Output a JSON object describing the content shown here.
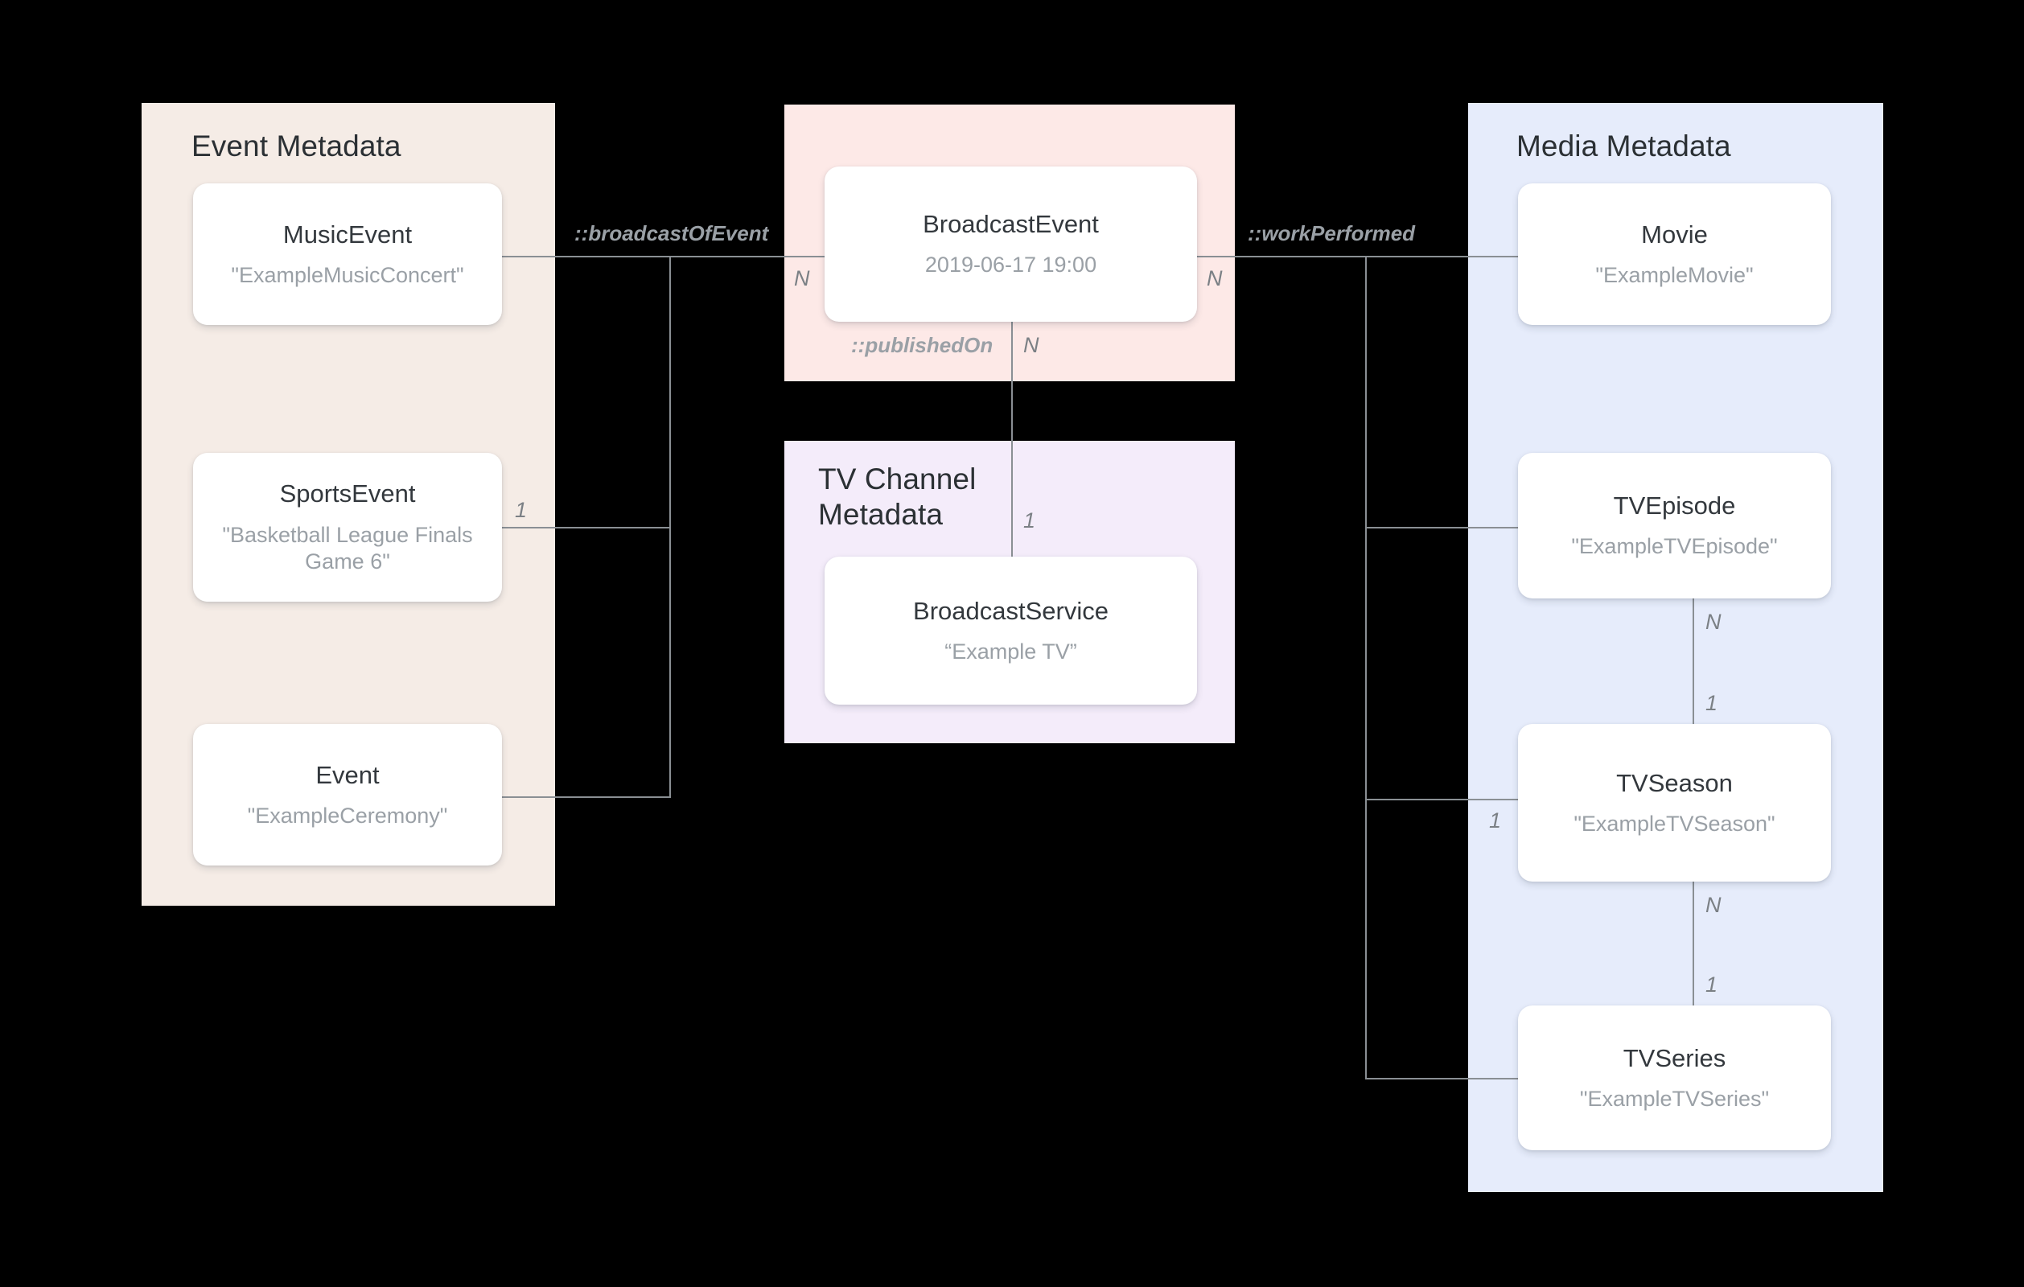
{
  "diagram": {
    "title": "Broadcast / Media metadata entity-relationship diagram",
    "background": "#000000"
  },
  "panels": [
    {
      "key": "event",
      "title": "Event Metadata",
      "color": "#f5ece6"
    },
    {
      "key": "broadcast",
      "title": "",
      "color": "#fde9e7"
    },
    {
      "key": "tv",
      "title": "TV Channel\nMetadata",
      "color": "#f4ecfa"
    },
    {
      "key": "media",
      "title": "Media Metadata",
      "color": "#e6ecfb"
    }
  ],
  "entities": [
    {
      "key": "music_event",
      "type": "MusicEvent",
      "value": "\"ExampleMusicConcert\""
    },
    {
      "key": "sports_event",
      "type": "SportsEvent",
      "value": "\"Basketball League Finals Game 6\""
    },
    {
      "key": "event",
      "type": "Event",
      "value": "\"ExampleCeremony\""
    },
    {
      "key": "broadcast_event",
      "type": "BroadcastEvent",
      "value": "2019-06-17 19:00"
    },
    {
      "key": "broadcast_service",
      "type": "BroadcastService",
      "value": "“Example TV”"
    },
    {
      "key": "movie",
      "type": "Movie",
      "value": "\"ExampleMovie\""
    },
    {
      "key": "tv_episode",
      "type": "TVEpisode",
      "value": "\"ExampleTVEpisode\""
    },
    {
      "key": "tv_season",
      "type": "TVSeason",
      "value": "\"ExampleTVSeason\""
    },
    {
      "key": "tv_series",
      "type": "TVSeries",
      "value": "\"ExampleTVSeries\""
    }
  ],
  "relations": [
    {
      "key": "broadcast_of_event",
      "label": "::broadcastOfEvent"
    },
    {
      "key": "work_performed",
      "label": "::workPerformed"
    },
    {
      "key": "published_on",
      "label": "::publishedOn"
    }
  ],
  "cardinalities": {
    "sports_event_side": "1",
    "broadcast_event_left": "N",
    "broadcast_event_right": "N",
    "broadcast_event_bottom": "N",
    "broadcast_service_top": "1",
    "tv_episode_bottom": "N",
    "tv_season_top": "1",
    "tv_season_left": "1",
    "tv_season_bottom": "N",
    "tv_series_top": "1"
  },
  "colors": {
    "line": "#8a8f94",
    "card_title": "#33383d",
    "card_value": "#9aa0a6",
    "panel_title": "#2b3034",
    "card_bg": "#ffffff"
  }
}
